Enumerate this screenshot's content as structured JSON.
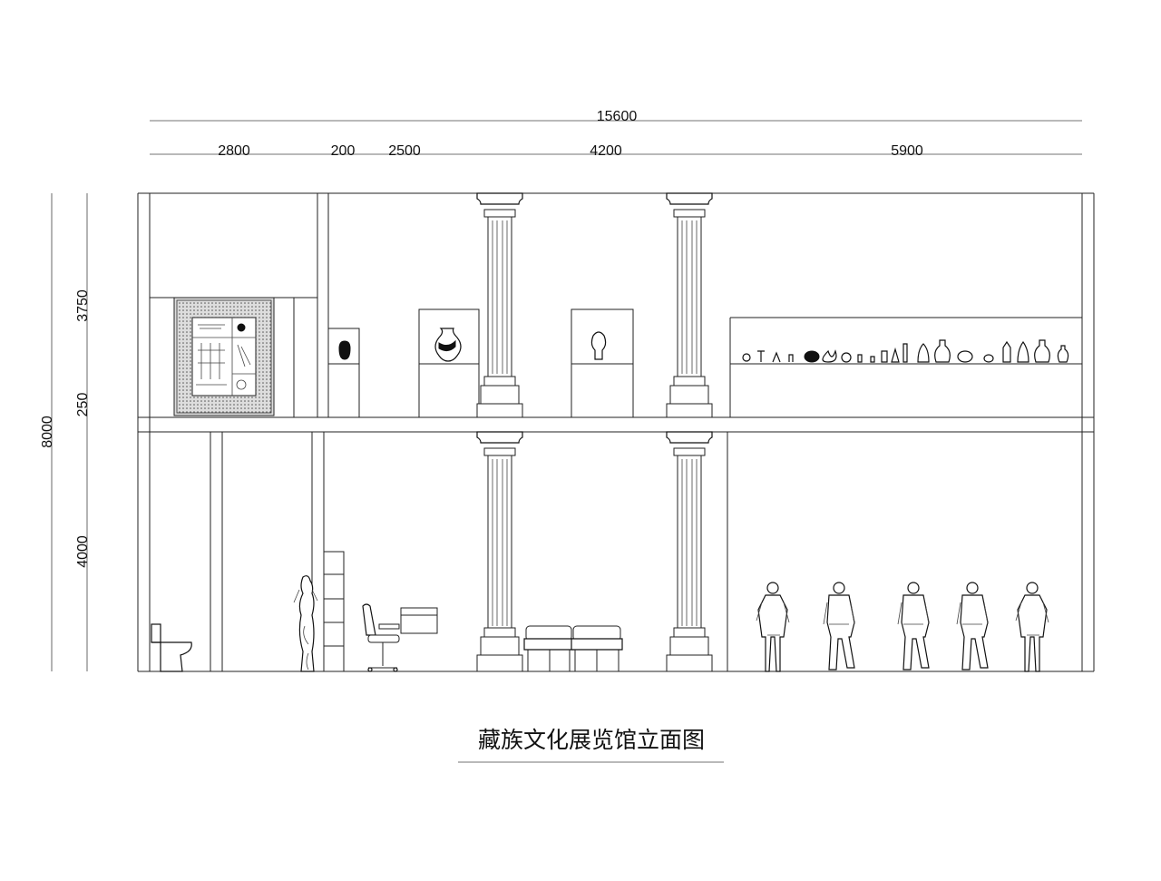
{
  "title": "藏族文化展览馆立面图",
  "dimensions": {
    "overall_width": "15600",
    "segments": [
      "2800",
      "200",
      "2500",
      "4200",
      "5900"
    ],
    "overall_height": "8000",
    "vertical_segments": [
      "3750",
      "250",
      "4000"
    ]
  }
}
